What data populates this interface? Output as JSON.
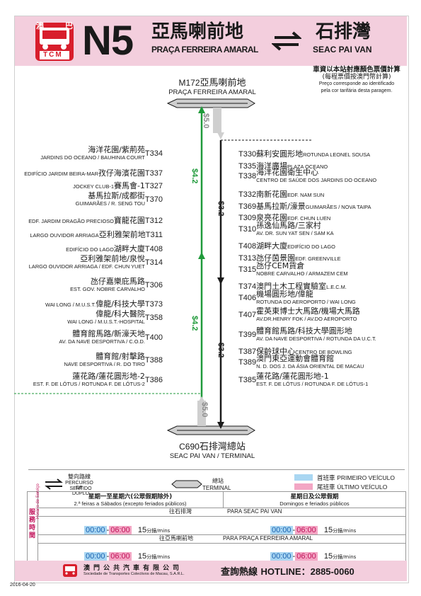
{
  "route": {
    "number": "N5",
    "origin_zh": "亞馬喇前地",
    "origin_pt": "PRAÇA FERREIRA AMARAL",
    "destination_zh": "石排灣",
    "destination_pt": "SEAC PAI VAN",
    "logo_text": "TCM",
    "logo_char_left": "澳",
    "logo_char_right": "巴"
  },
  "fare_notice": {
    "line1": "車資以本站射應顏色票價計算",
    "line2": "(每程票價按澳門幣計算)",
    "line3": "Preço corresponde ao identificado",
    "line4": "pela cor tarifária desta paragem."
  },
  "terminals": {
    "top_code": "M172",
    "top_zh": "亞馬喇前地",
    "top_pt": "PRAÇA FERREIRA AMARAL",
    "bottom_code": "C690",
    "bottom_zh": "石排灣總站",
    "bottom_pt": "SEAC PAI VAN / TERMINAL"
  },
  "fares": {
    "grey_top": "$5.0",
    "green_1": "$4.2",
    "black_1": "$3.2",
    "green_2": "$4.2",
    "black_2": "$3.2",
    "grey_bottom": "$5.0"
  },
  "stops_left": [
    {
      "zh": "海洋花園/紫荊苑",
      "pt": "JARDINS DO OCEANO / BAUHINIA COURT",
      "code": "T334"
    },
    {
      "zh": "孜仔海濱花園",
      "pt": "EDIFÍCIO JARDIM BEIRA-MAR",
      "code": "T337",
      "inline": true
    },
    {
      "zh": "賽馬會-1",
      "pt": "JOCKEY CLUB-1",
      "code": "T327",
      "inline": true
    },
    {
      "zh": "基馬拉斯/成都街",
      "pt": "GUIMARÃES / R. SENG TOU",
      "code": "T370"
    },
    {
      "zh": "寶龍花園",
      "pt": "EDF. JARDIM DRAGÃO PRECIOSO",
      "code": "T312",
      "inline": true
    },
    {
      "zh": "亞利雅架前地",
      "pt": "LARGO OUVIDOR ARRIAGA",
      "code": "T311",
      "inline": true
    },
    {
      "zh": "湖畔大廈",
      "pt": "EDIFÍCIO DO LAGO",
      "code": "T408",
      "inline": true
    },
    {
      "zh": "亞利雅架前地/泉悅",
      "pt": "LARGO OUVIDOR ARRIAGA / EDF. CHUN YUET",
      "code": "T314"
    },
    {
      "zh": "氹仔嘉樂庇馬路",
      "pt": "EST. GOV. NOBRE CARVALHO",
      "code": "T306"
    },
    {
      "zh": "偉龍/科技大學",
      "pt": "WAI LONG / M.U.S.T.",
      "code": "T373",
      "inline": true
    },
    {
      "zh": "偉龍/科大醫院",
      "pt": "WAI LONG / M.U.S.T.-HOSPITAL",
      "code": "T358"
    },
    {
      "zh": "體育館馬路/新濠天地",
      "pt": "AV. DA NAVE DESPORTIVA / C.O.D.",
      "code": "T400"
    },
    {
      "zh": "體育館/射擊路",
      "pt": "NAVE DESPORTIVA / R. DO TIRO",
      "code": "T388"
    },
    {
      "zh": "蓮花路/蓮花圓形地-2",
      "pt": "EST. F. DE LÓTUS / ROTUNDA F. DE LÓTUS-2",
      "code": "T386"
    }
  ],
  "stops_right": [
    {
      "code": "T330",
      "zh": "蘇利安圓形地",
      "pt": "ROTUNDA LEONEL SOUSA",
      "inline": true
    },
    {
      "code": "T335",
      "zh": "海洋廣場",
      "pt": "PLAZA OCEANO",
      "inline": true
    },
    {
      "code": "T338",
      "zh": "海洋花園衛生中心",
      "pt": "CENTRO DE SAÚDE DOS JARDINS DO OCEANO"
    },
    {
      "code": "T332",
      "zh": "南新花園",
      "pt": "EDF. NAM SUN",
      "inline": true
    },
    {
      "code": "T369",
      "zh": "基馬拉斯/濠景",
      "pt": "GUIMARÃES / NOVA TAIPA",
      "inline": true
    },
    {
      "code": "T309",
      "zh": "泉亮花園",
      "pt": "EDF. CHUN LUEN",
      "inline": true
    },
    {
      "code": "T310",
      "zh": "孫逸仙馬路/三家村",
      "pt": "AV. DR. SUN YAT SEN / SAM KA"
    },
    {
      "code": "T408",
      "zh": "湖畔大廈",
      "pt": "EDIFÍCIO DO LAGO",
      "inline": true
    },
    {
      "code": "T313",
      "zh": "氹仔茵景園",
      "pt": "EDF. GREENVILLE",
      "inline": true
    },
    {
      "code": "T315",
      "zh": "氹仔CEM貨倉",
      "pt": "NOBRE CARVALHO / ARMAZEM CEM"
    },
    {
      "code": "T374",
      "zh": "澳門土木工程實驗室",
      "pt": "L.E.C.M.",
      "inline": true
    },
    {
      "code": "T406",
      "zh": "機場圓形地/偉龍",
      "pt": "ROTUNDA DO AEROPORTO / WAI LONG"
    },
    {
      "code": "T407",
      "zh": "霍英東博士大馬路/機場大馬路",
      "pt": "AV.DR.HENRY FOK / AV.DO AEROPORTO"
    },
    {
      "code": "T399",
      "zh": "體育館馬路/科技大學圓形地",
      "pt": "AV. DA NAVE DESPORTIVA / ROTUNDA DA U.C.T."
    },
    {
      "code": "T387",
      "zh": "保齡球中心",
      "pt": "CENTRO DE BOWLING",
      "inline": true
    },
    {
      "code": "T389",
      "zh": "澳門東亞運動會體育館",
      "pt": "N. D. DOS J. DA ÁSIA ORIENTAL DE MACAU"
    },
    {
      "code": "T385",
      "zh": "蓮花路/蓮花圓形地-1",
      "pt": "EST. F. DE LÓTUS / ROTUNDA F. DE LÓTUS-1"
    }
  ],
  "legend": {
    "double_zh": "雙向路線",
    "double_pt1": "PERCURSO DE",
    "double_pt2": "SENTIDO DUPLO",
    "terminal_zh": "總站",
    "terminal_pt": "TERMINAL",
    "first_zh": "首班車",
    "first_pt": "PRIMEIRO VEÍCULO",
    "last_zh": "尾班車",
    "last_pt": "ÚLTIMO VEÍCULO",
    "color_first": "#a9d6f2",
    "color_last": "#f3a6c4"
  },
  "timetable": {
    "side_zh": "服務時間",
    "side_pt": "Horário de Serviço",
    "weekday_zh": "星期一至星期六(公眾假期除外)",
    "weekday_pt": "2.ª feiras a Sábados (excepto feriados públicos)",
    "holiday_zh": "星期日及公眾假期",
    "holiday_pt": "Domingos e feriados públicos",
    "dir1_zh": "往石排灣",
    "dir1_pt": "PARA SEAC PAI VAN",
    "dir2_zh": "往亞馬喇前地",
    "dir2_pt": "PARA PRAÇA FERREIRA AMARAL",
    "first": "00:00",
    "dash": "-",
    "last": "06:00",
    "interval": "15",
    "interval_unit": "分鐘/mins"
  },
  "footer": {
    "company_zh": "澳門公共汽車有限公司",
    "company_pt": "Sociedade de Transportes Colectivos de Macau, S.A.R.L.",
    "hotline_zh": "查詢熱線",
    "hotline_label": "HOTLINE：",
    "hotline_number": "2885-0060",
    "date": "2016-04-20"
  }
}
